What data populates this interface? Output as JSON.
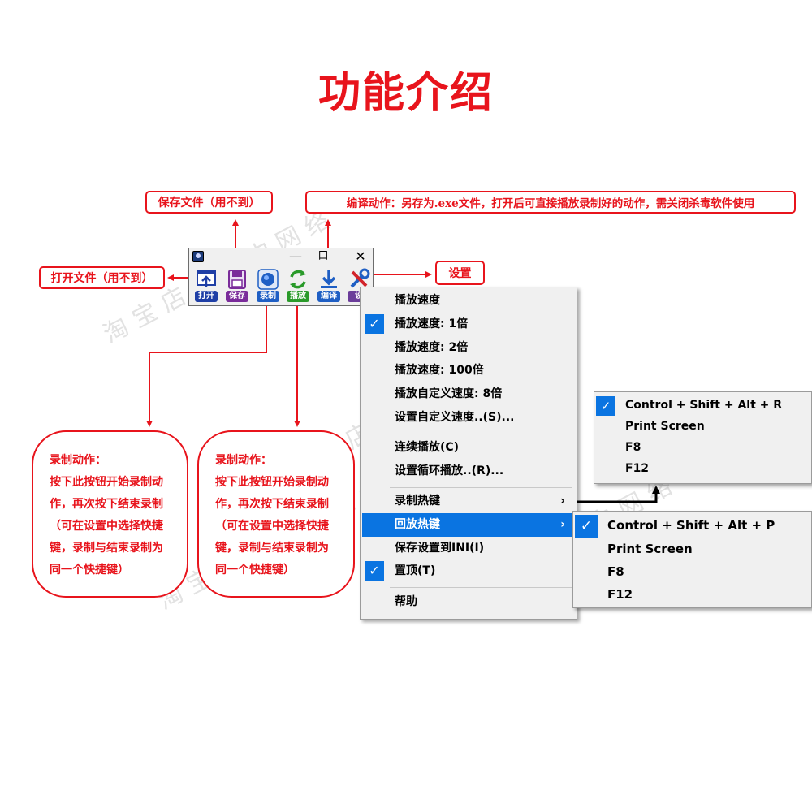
{
  "title": "功能介绍",
  "callouts": {
    "save": "保存文件（用不到）",
    "compile": "编译动作：另存为.exe文件，打开后可直接播放录制好的动作，需关闭杀毒软件使用",
    "open": "打开文件（用不到）",
    "settings": "设置"
  },
  "bubbles": {
    "record": [
      "录制动作：",
      "按下此按钮开始录制动",
      "作，再次按下结束录制",
      "（可在设置中选择快捷",
      "键，录制与结束录制为",
      "同一个快捷键）"
    ],
    "play": [
      "录制动作：",
      "按下此按钮开始录制动",
      "作，再次按下结束录制",
      "（可在设置中选择快捷",
      "键，录制与结束录制为",
      "同一个快捷键）"
    ]
  },
  "toolbar": {
    "controls": {
      "minimize": "—",
      "maximize": "口",
      "close": "✕"
    },
    "buttons": [
      {
        "label": "打开",
        "icon": "open-file-icon",
        "color": "#1f3fa6"
      },
      {
        "label": "保存",
        "icon": "floppy-disk-icon",
        "color": "#7a2c9a"
      },
      {
        "label": "录制",
        "icon": "record-icon",
        "color": "#1f5fc4"
      },
      {
        "label": "播放",
        "icon": "replay-cycle-icon",
        "color": "#2a9a2a"
      },
      {
        "label": "编译",
        "icon": "download-arrow-icon",
        "color": "#1f5fc4"
      },
      {
        "label": "设",
        "icon": "wrench-screwdriver-icon",
        "color": "#6b3d9a"
      }
    ]
  },
  "menu": {
    "items": [
      {
        "label": "播放速度",
        "checked": false
      },
      {
        "label": "播放速度:    1倍",
        "checked": true
      },
      {
        "label": "播放速度:    2倍",
        "checked": false
      },
      {
        "label": "播放速度:    100倍",
        "checked": false
      },
      {
        "label": "播放自定义速度:  8倍",
        "checked": false
      },
      {
        "label": "设置自定义速度..(S)...",
        "checked": false
      },
      {
        "label": "连续播放(C)",
        "checked": false
      },
      {
        "label": "设置循环播放..(R)...",
        "checked": false
      },
      {
        "label": "录制热键",
        "checked": false,
        "submenu": true
      },
      {
        "label": "回放热键",
        "checked": false,
        "submenu": true,
        "highlighted": true
      },
      {
        "label": "保存设置到INI(I)",
        "checked": false
      },
      {
        "label": "置顶(T)",
        "checked": true
      },
      {
        "label": "帮助",
        "checked": false
      }
    ],
    "submenu_arrow": "›",
    "check_mark": "✓"
  },
  "record_hotkeys": [
    {
      "label": "Control + Shift + Alt + R",
      "checked": true
    },
    {
      "label": "Print Screen",
      "checked": false
    },
    {
      "label": "F8",
      "checked": false
    },
    {
      "label": "F12",
      "checked": false
    }
  ],
  "play_hotkeys": [
    {
      "label": "Control + Shift + Alt + P",
      "checked": true
    },
    {
      "label": "Print Screen",
      "checked": false
    },
    {
      "label": "F8",
      "checked": false
    },
    {
      "label": "F12",
      "checked": false
    }
  ],
  "watermark": "淘宝店：恒中网络",
  "colors": {
    "accent": "#e8141c",
    "menu_highlight": "#0a74e1",
    "menu_bg": "#f0f0f0"
  }
}
